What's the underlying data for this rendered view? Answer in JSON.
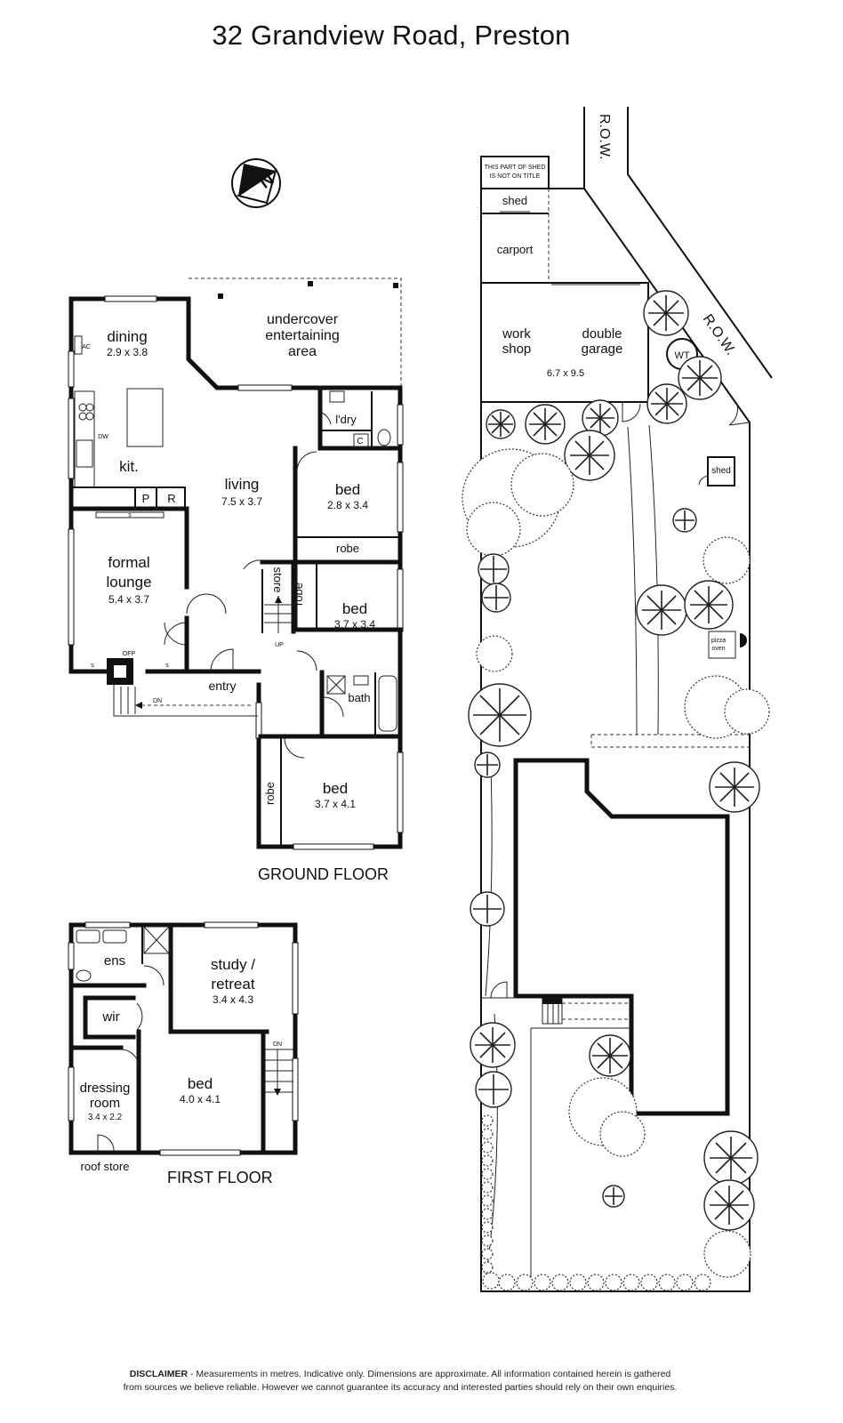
{
  "title": "32 Grandview Road, Preston",
  "floor_labels": {
    "ground": "GROUND FLOOR",
    "first": "FIRST FLOOR"
  },
  "ground_rooms": {
    "dining": {
      "name": "dining",
      "dim": "2.9 x 3.8"
    },
    "undercover": {
      "line1": "undercover",
      "line2": "entertaining",
      "line3": "area"
    },
    "kitchen": {
      "name": "kit."
    },
    "living": {
      "name": "living",
      "dim": "7.5 x 3.7"
    },
    "laundry": {
      "name": "l'dry"
    },
    "bed1": {
      "name": "bed",
      "dim": "2.8 x 3.4"
    },
    "robe1": "robe",
    "formal": {
      "line1": "formal",
      "line2": "lounge",
      "dim": "5.4 x 3.7"
    },
    "store": "store",
    "robe2": "robe",
    "bed2": {
      "name": "bed",
      "dim": "3.7 x 3.4"
    },
    "entry": "entry",
    "bath": "bath",
    "robe3": "robe",
    "bed3": {
      "name": "bed",
      "dim": "3.7 x 4.1"
    }
  },
  "ground_small_labels": {
    "ac": "AC",
    "dw": "DW",
    "p": "P",
    "r": "R",
    "c": "C",
    "ofp": "OFP",
    "s": "s",
    "up": "UP",
    "dn": "DN"
  },
  "first_rooms": {
    "ens": "ens",
    "wir": "wir",
    "study": {
      "line1": "study /",
      "line2": "retreat",
      "dim": "3.4 x 4.3"
    },
    "dressing": {
      "line1": "dressing",
      "line2": "room",
      "dim": "3.4 x 2.2"
    },
    "bed": {
      "name": "bed",
      "dim": "4.0 x 4.1"
    },
    "roof_store": "roof store",
    "dn": "DN"
  },
  "site": {
    "row1": "R.O.W.",
    "row2": "R.O.W.",
    "shed_note_line1": "THIS PART OF SHED",
    "shed_note_line2": "IS NOT ON TITLE",
    "shed": "shed",
    "carport": "carport",
    "workshop_line1": "work",
    "workshop_line2": "shop",
    "garage_line1": "double",
    "garage_line2": "garage",
    "garage_dim": "6.7 x 9.5",
    "wt": "WT",
    "shed2": "shed",
    "pizza_line1": "pizza",
    "pizza_line2": "oven"
  },
  "compass": {
    "label": "N"
  },
  "disclaimer": {
    "heading": "DISCLAIMER",
    "line1": " - Measurements in metres. Indicative only. Dimensions are approximate. All information contained herein is gathered",
    "line2": "from sources we believe reliable. However we cannot guarantee its accuracy and interested parties should rely on their own enquiries."
  }
}
